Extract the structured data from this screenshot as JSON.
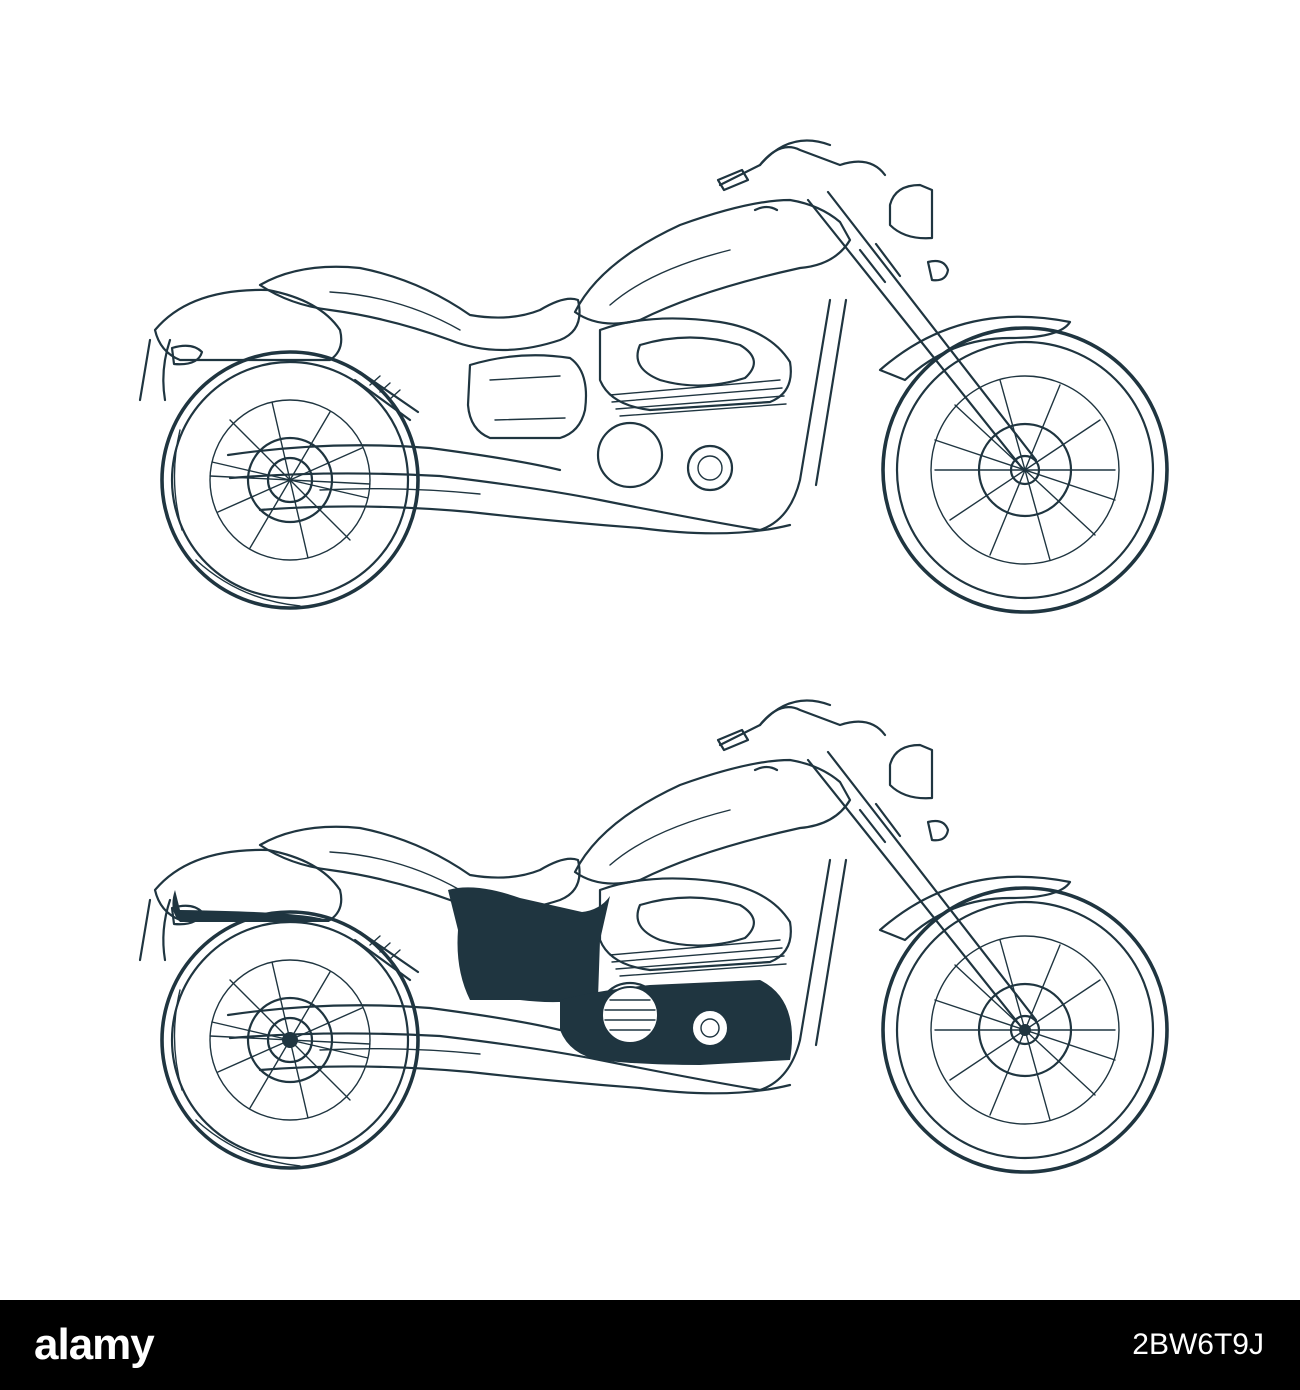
{
  "illustration": {
    "ink_color": "#1f3540",
    "background_color": "#ffffff",
    "subjects": [
      "motorcycle-outline",
      "motorcycle-shaded"
    ]
  },
  "footer": {
    "background_color": "#000000",
    "logo_text": "alamy",
    "stock_id": "2BW6T9J"
  }
}
